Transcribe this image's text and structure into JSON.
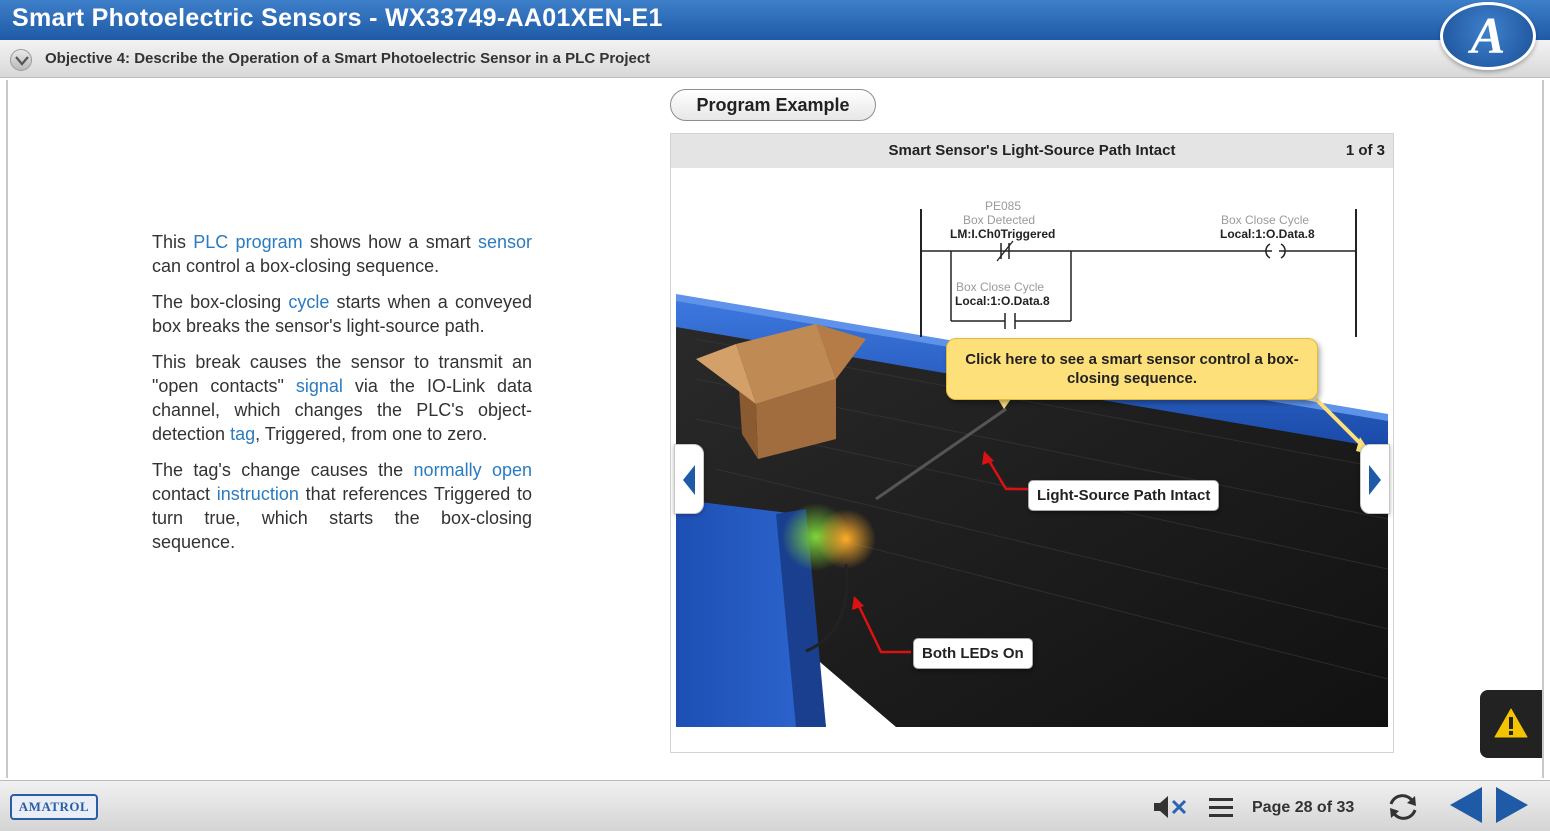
{
  "header": {
    "title": "Smart Photoelectric Sensors - WX33749-AA01XEN-E1",
    "logo_letter": "A",
    "objective": "Objective 4: Describe the Operation of a Smart Photoelectric Sensor in a PLC Project"
  },
  "content": {
    "p1": {
      "t1": "This ",
      "l1": "PLC program",
      "t2": " shows how a smart ",
      "l2": "sensor",
      "t3": " can control a box-closing sequence."
    },
    "p2": {
      "t1": "The box-closing ",
      "l1": "cycle",
      "t2": " starts when a conveyed box breaks the sensor's light-source path."
    },
    "p3": {
      "t1": "This break causes the sensor to transmit an \"open contacts\" ",
      "l1": "signal",
      "t2": " via the IO-Link data channel, which changes the PLC's object-detection ",
      "l2": "tag",
      "t3": ", Triggered, from one to zero."
    },
    "p4": {
      "t1": "The tag's change causes the ",
      "l1": "normally open",
      "t2": " contact ",
      "l2": "instruction",
      "t3": " that references Triggered to turn true, which starts the box-closing sequence."
    }
  },
  "example": {
    "button_label": "Program Example",
    "panel_title": "Smart Sensor's Light-Source Path Intact",
    "counter": "1 of 3",
    "ladder": {
      "contact1_name": "PE085",
      "contact1_desc": "Box Detected",
      "contact1_tag": "LM:I.Ch0Triggered",
      "coil_desc": "Box Close Cycle",
      "coil_tag": "Local:1:O.Data.8",
      "contact2_desc": "Box Close Cycle",
      "contact2_tag": "Local:1:O.Data.8"
    },
    "callout": "Click here to see a smart sensor control a box-closing sequence.",
    "label_path": "Light-Source Path Intact",
    "label_leds": "Both LEDs On"
  },
  "footer": {
    "brand": "AMATROL",
    "page": "Page 28 of 33"
  },
  "colors": {
    "header_blue": "#1f5aa6",
    "link_blue": "#2a7bbf",
    "callout_yellow": "#fde07a",
    "conveyor_blue": "#1f57c4"
  }
}
